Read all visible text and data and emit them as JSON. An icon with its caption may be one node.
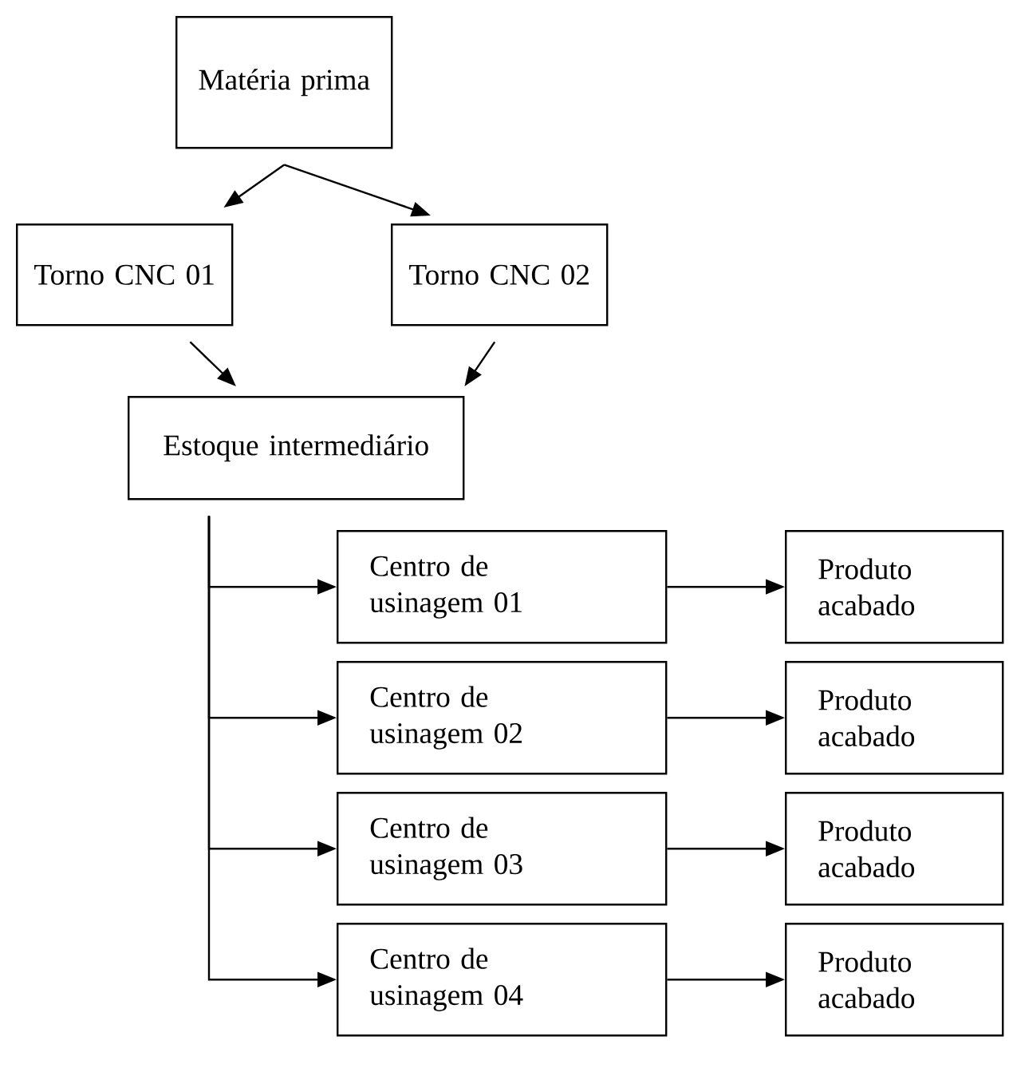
{
  "diagram": {
    "nodes": [
      {
        "text": [
          "Matéria prima"
        ]
      },
      {
        "text": [
          "Torno CNC 01"
        ]
      },
      {
        "text": [
          "Torno CNC 02"
        ]
      },
      {
        "text": [
          "Estoque intermediário"
        ]
      },
      {
        "text": [
          "Centro de usinagem 01"
        ]
      },
      {
        "text": [
          "Produto acabado"
        ]
      },
      {
        "text": [
          "Centro de usinagem 02"
        ]
      },
      {
        "text": [
          "Produto acabado"
        ]
      },
      {
        "text": [
          "Centro de usinagem 03"
        ]
      },
      {
        "text": [
          "Produto acabado"
        ]
      },
      {
        "text": [
          "Centro de usinagem 04"
        ]
      },
      {
        "text": [
          "Produto acabado"
        ]
      }
    ],
    "edges": [
      {
        "from": 0,
        "to": 1,
        "arrow": "to"
      },
      {
        "from": 0,
        "to": 2,
        "arrow": "to"
      },
      {
        "from": 1,
        "to": 3,
        "arrow": "to"
      },
      {
        "from": 2,
        "to": 3,
        "arrow": "to"
      },
      {
        "from": 3,
        "to": 4,
        "arrow": "to"
      },
      {
        "from": 3,
        "to": 6,
        "arrow": "to"
      },
      {
        "from": 3,
        "to": 8,
        "arrow": "to"
      },
      {
        "from": 3,
        "to": 10,
        "arrow": "to"
      },
      {
        "from": 4,
        "to": 5,
        "arrow": "to"
      },
      {
        "from": 6,
        "to": 7,
        "arrow": "to"
      },
      {
        "from": 8,
        "to": 9,
        "arrow": "to"
      },
      {
        "from": 10,
        "to": 11,
        "arrow": "to"
      }
    ]
  }
}
